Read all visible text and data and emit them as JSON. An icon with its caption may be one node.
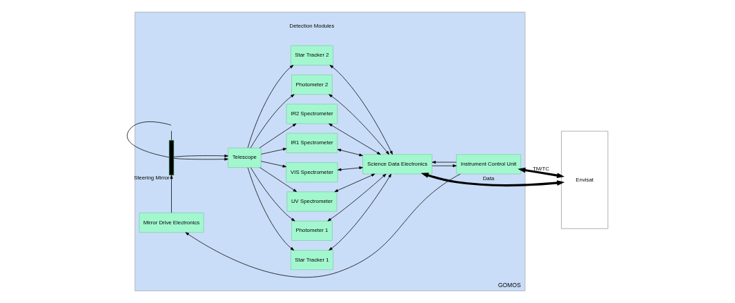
{
  "diagram": {
    "nodes": [
      {
        "text": [
          "GOMOS"
        ]
      },
      {
        "text": [],
        "shape": "bar",
        "beside": [
          "Steering Mirror"
        ],
        "in": 0
      },
      {
        "text": [
          "Telescope"
        ],
        "in": 0
      },
      {
        "text": [
          "Detection Modules"
        ],
        "in": 0
      },
      {
        "text": [
          "Star Tracker 1"
        ],
        "in": 0
      },
      {
        "text": [
          "Photometer 1"
        ],
        "in": 0
      },
      {
        "text": [
          "UV Spectrometer"
        ],
        "in": 0
      },
      {
        "text": [
          "VIS Spectrometer"
        ],
        "in": 0
      },
      {
        "text": [
          "IR1 Spectrometer"
        ],
        "in": 0
      },
      {
        "text": [
          "IR2 Spectrometer"
        ],
        "in": 0
      },
      {
        "text": [
          "Photometer 2"
        ],
        "in": 0
      },
      {
        "text": [
          "Star Tracker 2"
        ],
        "in": 0
      },
      {
        "text": [
          "Science Data Electronics"
        ],
        "in": 0
      },
      {
        "text": [
          "Mirror Drive Electronics"
        ],
        "in": 0
      },
      {
        "text": [
          "Instrument Control Unit"
        ],
        "in": 0
      },
      {
        "text": [
          "Envisat"
        ]
      }
    ],
    "edges": [
      {
        "from": null,
        "to": 1,
        "arrow": "none"
      },
      {
        "from": null,
        "to": 1,
        "arrow": "none"
      },
      {
        "from": 1,
        "to": 2,
        "arrow": "to"
      },
      {
        "from": 1,
        "to": 2,
        "arrow": "to"
      },
      {
        "from": 2,
        "to": 4,
        "arrow": "to"
      },
      {
        "from": 2,
        "to": 5,
        "arrow": "to"
      },
      {
        "from": 2,
        "to": 6,
        "arrow": "to"
      },
      {
        "from": 2,
        "to": 7,
        "arrow": "to"
      },
      {
        "from": 2,
        "to": 8,
        "arrow": "to"
      },
      {
        "from": 2,
        "to": 9,
        "arrow": "to"
      },
      {
        "from": 2,
        "to": 10,
        "arrow": "to"
      },
      {
        "from": 2,
        "to": 11,
        "arrow": "to"
      },
      {
        "from": 4,
        "to": 12,
        "arrow": "both"
      },
      {
        "from": 5,
        "to": 12,
        "arrow": "both"
      },
      {
        "from": 6,
        "to": 12,
        "arrow": "both"
      },
      {
        "from": 7,
        "to": 12,
        "arrow": "both"
      },
      {
        "from": 8,
        "to": 12,
        "arrow": "both"
      },
      {
        "from": 9,
        "to": 12,
        "arrow": "both"
      },
      {
        "from": 10,
        "to": 12,
        "arrow": "both"
      },
      {
        "from": 11,
        "to": 12,
        "arrow": "both"
      },
      {
        "from": 12,
        "to": 15,
        "arrow": "both",
        "label": "Data",
        "style": "thick"
      },
      {
        "from": 14,
        "to": 12,
        "arrow": "to"
      },
      {
        "from": 12,
        "to": 14,
        "arrow": "to"
      },
      {
        "from": 14,
        "to": 15,
        "arrow": "both",
        "label": "TM/TC",
        "style": "thick"
      },
      {
        "from": 14,
        "to": 13,
        "arrow": "to"
      },
      {
        "from": 13,
        "to": 1,
        "arrow": "to"
      }
    ]
  }
}
